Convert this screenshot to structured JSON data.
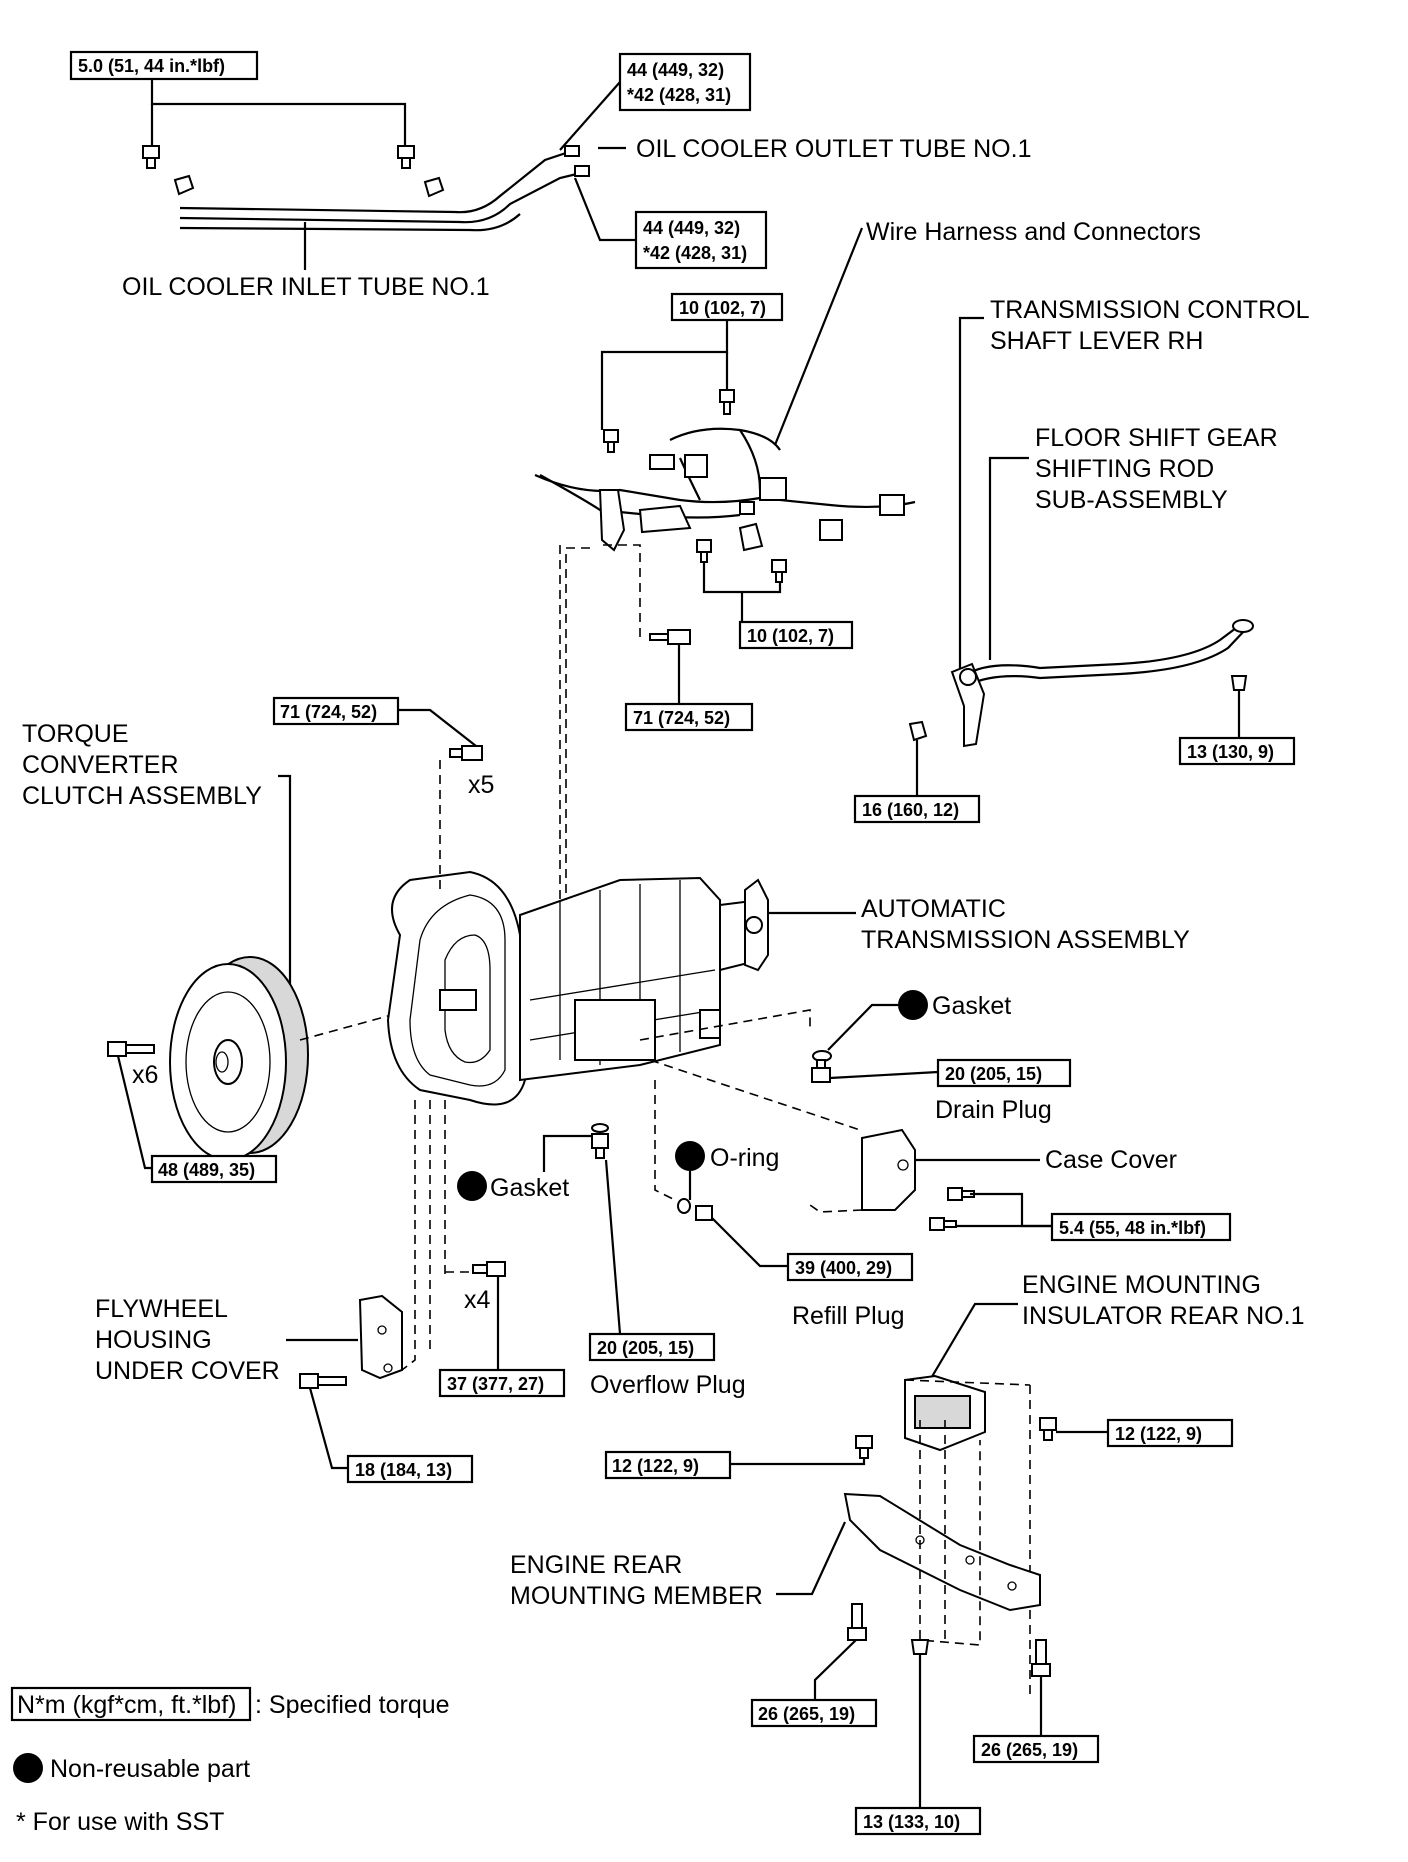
{
  "labels": {
    "oil_cooler_outlet": "OIL COOLER OUTLET TUBE NO.1",
    "oil_cooler_inlet": "OIL COOLER INLET TUBE NO.1",
    "wire_harness": "Wire Harness and Connectors",
    "trans_control_1": "TRANSMISSION CONTROL",
    "trans_control_2": "SHAFT LEVER RH",
    "floor_shift_1": "FLOOR SHIFT GEAR",
    "floor_shift_2": "SHIFTING ROD",
    "floor_shift_3": "SUB-ASSEMBLY",
    "torque_conv_1": "TORQUE",
    "torque_conv_2": "CONVERTER",
    "torque_conv_3": "CLUTCH ASSEMBLY",
    "auto_trans_1": "AUTOMATIC",
    "auto_trans_2": "TRANSMISSION ASSEMBLY",
    "gasket_right": "Gasket",
    "drain_plug": "Drain Plug",
    "case_cover": "Case Cover",
    "o_ring": "O-ring",
    "gasket_left": "Gasket",
    "refill_plug": "Refill Plug",
    "flywheel_1": "FLYWHEEL",
    "flywheel_2": "HOUSING",
    "flywheel_3": "UNDER COVER",
    "overflow_plug": "Overflow Plug",
    "engine_mount_1": "ENGINE MOUNTING",
    "engine_mount_2": "INSULATOR REAR NO.1",
    "engine_rear_1": "ENGINE REAR",
    "engine_rear_2": "MOUNTING MEMBER",
    "x5": "x5",
    "x6": "x6",
    "x4": "x4"
  },
  "torques": {
    "t_top_left": "5.0 (51, 44 in.*lbf)",
    "t_top_right_a1": "44 (449, 32)",
    "t_top_right_a2": "*42 (428, 31)",
    "t_top_right_b1": "44 (449, 32)",
    "t_top_right_b2": "*42 (428, 31)",
    "t_harness_top": "10 (102, 7)",
    "t_harness_bottom": "10 (102, 7)",
    "t_mid_bolt": "71 (724, 52)",
    "t_bell_bolt": "71 (724, 52)",
    "t_rod_nut": "13 (130, 9)",
    "t_lever_nut": "16 (160, 12)",
    "t_drain": "20 (205, 15)",
    "t_converter": "48 (489, 35)",
    "t_case_cover": "5.4 (55, 48 in.*lbf)",
    "t_refill": "39 (400, 29)",
    "t_overflow": "20 (205, 15)",
    "t_under_cover_bolt": "37 (377, 27)",
    "t_under_cover": "18 (184, 13)",
    "t_mount_left": "12 (122, 9)",
    "t_mount_right": "12 (122, 9)",
    "t_member_left": "26 (265, 19)",
    "t_member_right": "26 (265, 19)",
    "t_member_center": "13 (133, 10)"
  },
  "legend": {
    "torque_key": "N*m (kgf*cm, ft.*lbf)",
    "torque_desc": ": Specified torque",
    "nonreusable": "Non-reusable part",
    "sst": "* For use with SST"
  }
}
